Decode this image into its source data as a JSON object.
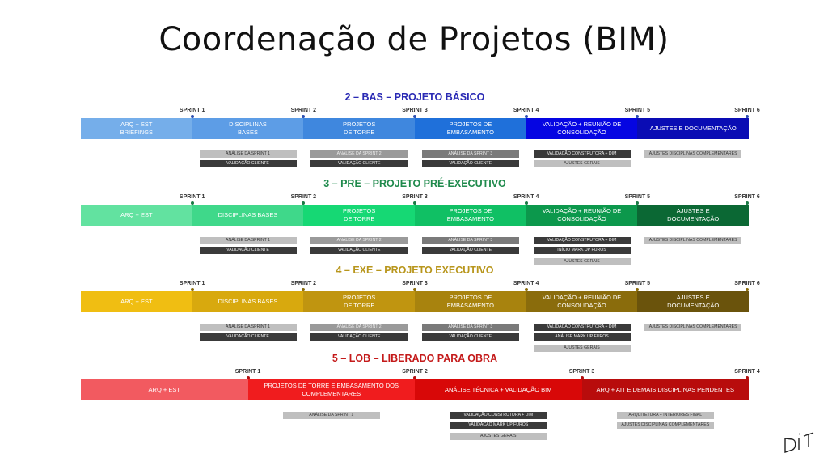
{
  "title": "Coordenação de Projetos (BIM)",
  "logo_text": "DIT",
  "sections": [
    {
      "id": "bas",
      "title": "2 – BAS – PROJETO BÁSICO",
      "title_color": "#2a2ab4",
      "marker_color": "#2d4fb0",
      "sprints": [
        "SPRINT 1",
        "SPRINT 2",
        "SPRINT 3",
        "SPRINT 4",
        "SPRINT 5",
        "SPRINT 6"
      ],
      "segments": [
        {
          "label": "ARQ + EST\nBRIEFINGS",
          "color": "#75aeea"
        },
        {
          "label": "DISCIPLINAS\nBASES",
          "color": "#5d9de6"
        },
        {
          "label": "PROJETOS\nDE TORRE",
          "color": "#3f87de"
        },
        {
          "label": "PROJETOS DE\nEMBASAMENTO",
          "color": "#1f70da"
        },
        {
          "label": "VALIDAÇÃO + REUNIÃO DE\nCONSOLIDAÇÃO",
          "color": "#0505e2"
        },
        {
          "label": "AJUSTES E DOCUMENTAÇÃO",
          "color": "#0a0cb4"
        }
      ],
      "tasks": [
        {
          "segment": 1,
          "row": 0,
          "label": "ANÁLISE DA SPRINT 1",
          "style": "light"
        },
        {
          "segment": 1,
          "row": 1,
          "label": "VALIDAÇÃO CLIENTE",
          "style": "dark"
        },
        {
          "segment": 2,
          "row": 0,
          "label": "ANÁLISE DA SPRINT 2",
          "style": "mid"
        },
        {
          "segment": 2,
          "row": 1,
          "label": "VALIDAÇÃO CLIENTE",
          "style": "dark"
        },
        {
          "segment": 3,
          "row": 0,
          "label": "ANÁLISE DA SPRINT 3",
          "style": "darkmid"
        },
        {
          "segment": 3,
          "row": 1,
          "label": "VALIDAÇÃO CLIENTE",
          "style": "dark"
        },
        {
          "segment": 4,
          "row": 0,
          "label": "VALIDAÇÃO CONSTRUTORA + DIM",
          "style": "dark"
        },
        {
          "segment": 4,
          "row": 1,
          "label": "AJUSTES GERAIS",
          "style": "light"
        },
        {
          "segment": 5,
          "row": 0,
          "label": "AJUSTES DISCIPLINAS COMPLEMENTARES",
          "style": "light"
        }
      ]
    },
    {
      "id": "pre",
      "title": "3 – PRE – PROJETO PRÉ-EXECUTIVO",
      "title_color": "#1f8a4c",
      "marker_color": "#1a7a45",
      "sprints": [
        "SPRINT 1",
        "SPRINT 2",
        "SPRINT 3",
        "SPRINT 4",
        "SPRINT 5",
        "SPRINT 6"
      ],
      "segments": [
        {
          "label": "ARQ + EST",
          "color": "#62e2a0"
        },
        {
          "label": "DISCIPLINAS BASES",
          "color": "#3fd88a"
        },
        {
          "label": "PROJETOS\nDE TORRE",
          "color": "#16d874"
        },
        {
          "label": "PROJETOS DE\nEMBASAMENTO",
          "color": "#10c064"
        },
        {
          "label": "VALIDAÇÃO + REUNIÃO DE\nCONSOLIDAÇÃO",
          "color": "#0c984c"
        },
        {
          "label": "AJUSTES E\nDOCUMENTAÇÃO",
          "color": "#0b6834"
        }
      ],
      "tasks": [
        {
          "segment": 1,
          "row": 0,
          "label": "ANÁLISE DA SPRINT 1",
          "style": "light"
        },
        {
          "segment": 1,
          "row": 1,
          "label": "VALIDAÇÃO CLIENTE",
          "style": "dark"
        },
        {
          "segment": 2,
          "row": 0,
          "label": "ANÁLISE DA SPRINT 2",
          "style": "mid"
        },
        {
          "segment": 2,
          "row": 1,
          "label": "VALIDAÇÃO CLIENTE",
          "style": "dark"
        },
        {
          "segment": 3,
          "row": 0,
          "label": "ANÁLISE DA SPRINT 3",
          "style": "darkmid"
        },
        {
          "segment": 3,
          "row": 1,
          "label": "VALIDAÇÃO CLIENTE",
          "style": "dark"
        },
        {
          "segment": 4,
          "row": 0,
          "label": "VALIDAÇÃO CONSTRUTORA + DIM",
          "style": "dark"
        },
        {
          "segment": 4,
          "row": 1,
          "label": "INÍCIO MARK UP FUROS",
          "style": "dark"
        },
        {
          "segment": 4,
          "row": 2,
          "label": "AJUSTES GERAIS",
          "style": "light"
        },
        {
          "segment": 5,
          "row": 0,
          "label": "AJUSTES DISCIPLINAS COMPLEMENTARES",
          "style": "light"
        }
      ]
    },
    {
      "id": "exe",
      "title": "4 – EXE – PROJETO EXECUTIVO",
      "title_color": "#b8961c",
      "marker_color": "#8a6c0a",
      "sprints": [
        "SPRINT 1",
        "SPRINT 2",
        "SPRINT 3",
        "SPRINT 4",
        "SPRINT 5",
        "SPRINT 6"
      ],
      "segments": [
        {
          "label": "ARQ + EST",
          "color": "#f0be12"
        },
        {
          "label": "DISCIPLINAS BASES",
          "color": "#d8a90e"
        },
        {
          "label": "PROJETOS\nDE TORRE",
          "color": "#c09510"
        },
        {
          "label": "PROJETOS DE\nEMBASAMENTO",
          "color": "#a8830e"
        },
        {
          "label": "VALIDAÇÃO + REUNIÃO DE\nCONSOLIDAÇÃO",
          "color": "#8a6c0c"
        },
        {
          "label": "AJUSTES E\nDOCUMENTAÇÃO",
          "color": "#6a530c"
        }
      ],
      "tasks": [
        {
          "segment": 1,
          "row": 0,
          "label": "ANÁLISE DA SPRINT 1",
          "style": "light"
        },
        {
          "segment": 1,
          "row": 1,
          "label": "VALIDAÇÃO CLIENTE",
          "style": "dark"
        },
        {
          "segment": 2,
          "row": 0,
          "label": "ANÁLISE DA SPRINT 2",
          "style": "mid"
        },
        {
          "segment": 2,
          "row": 1,
          "label": "VALIDAÇÃO CLIENTE",
          "style": "dark"
        },
        {
          "segment": 3,
          "row": 0,
          "label": "ANÁLISE DA SPRINT 3",
          "style": "darkmid"
        },
        {
          "segment": 3,
          "row": 1,
          "label": "VALIDAÇÃO CLIENTE",
          "style": "dark"
        },
        {
          "segment": 4,
          "row": 0,
          "label": "VALIDAÇÃO CONSTRUTORA + DIM",
          "style": "dark"
        },
        {
          "segment": 4,
          "row": 1,
          "label": "ANÁLISE MARK UP FUROS",
          "style": "dark"
        },
        {
          "segment": 4,
          "row": 2,
          "label": "AJUSTES GERAIS",
          "style": "light"
        },
        {
          "segment": 5,
          "row": 0,
          "label": "AJUSTES DISCIPLINAS COMPLEMENTARES",
          "style": "light"
        }
      ]
    },
    {
      "id": "lob",
      "title": "5 – LOB – LIBERADO PARA OBRA",
      "title_color": "#c41a1a",
      "marker_color": "#b01010",
      "sprints": [
        "SPRINT 1",
        "SPRINT 2",
        "SPRINT 3",
        "SPRINT 4"
      ],
      "segments": [
        {
          "label": "ARQ + EST",
          "color": "#f25a60"
        },
        {
          "label": "PROJETOS DE TORRE E EMBASAMENTO DOS\nCOMPLEMENTARES",
          "color": "#f01c1e"
        },
        {
          "label": "ANÁLISE TÉCNICA + VALIDAÇÃO BIM",
          "color": "#d80808"
        },
        {
          "label": "ARQ + AIT E DEMAIS DISCIPLINAS PENDENTES",
          "color": "#b80c0c"
        }
      ],
      "tasks": [
        {
          "segment": 1,
          "row": 0,
          "label": "ANÁLISE DA SPRINT 1",
          "style": "light"
        },
        {
          "segment": 2,
          "row": 0,
          "label": "VALIDAÇÃO CONSTRUTORA + DIM",
          "style": "dark"
        },
        {
          "segment": 2,
          "row": 1,
          "label": "VALIDAÇÃO MARK UP FUROS",
          "style": "dark"
        },
        {
          "segment": 2,
          "row": 2,
          "label": "AJUSTES GERAIS",
          "style": "light"
        },
        {
          "segment": 3,
          "row": 0,
          "label": "ARQUITETURA + INTERIORES FINAL",
          "style": "light"
        },
        {
          "segment": 3,
          "row": 1,
          "label": "AJUSTES DISCIPLINAS COMPLEMENTARES",
          "style": "light"
        }
      ]
    }
  ]
}
